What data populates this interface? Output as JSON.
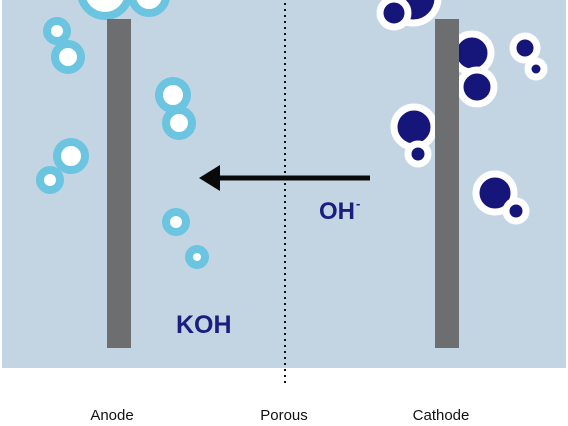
{
  "labels": {
    "anode": "Anode",
    "separator": "Porous",
    "cathode": "Cathode"
  },
  "ions": {
    "hydroxide": "OH",
    "hydroxide_charge": "-",
    "electrolyte": "KOH"
  },
  "colors": {
    "electrolyte": "#c3d5e3",
    "electrode": "#6c6e70",
    "anode_bubble_ring": "#6bc4e0",
    "cathode_bubble_fill": "#16167a",
    "arrow": "#0a0a0a"
  }
}
